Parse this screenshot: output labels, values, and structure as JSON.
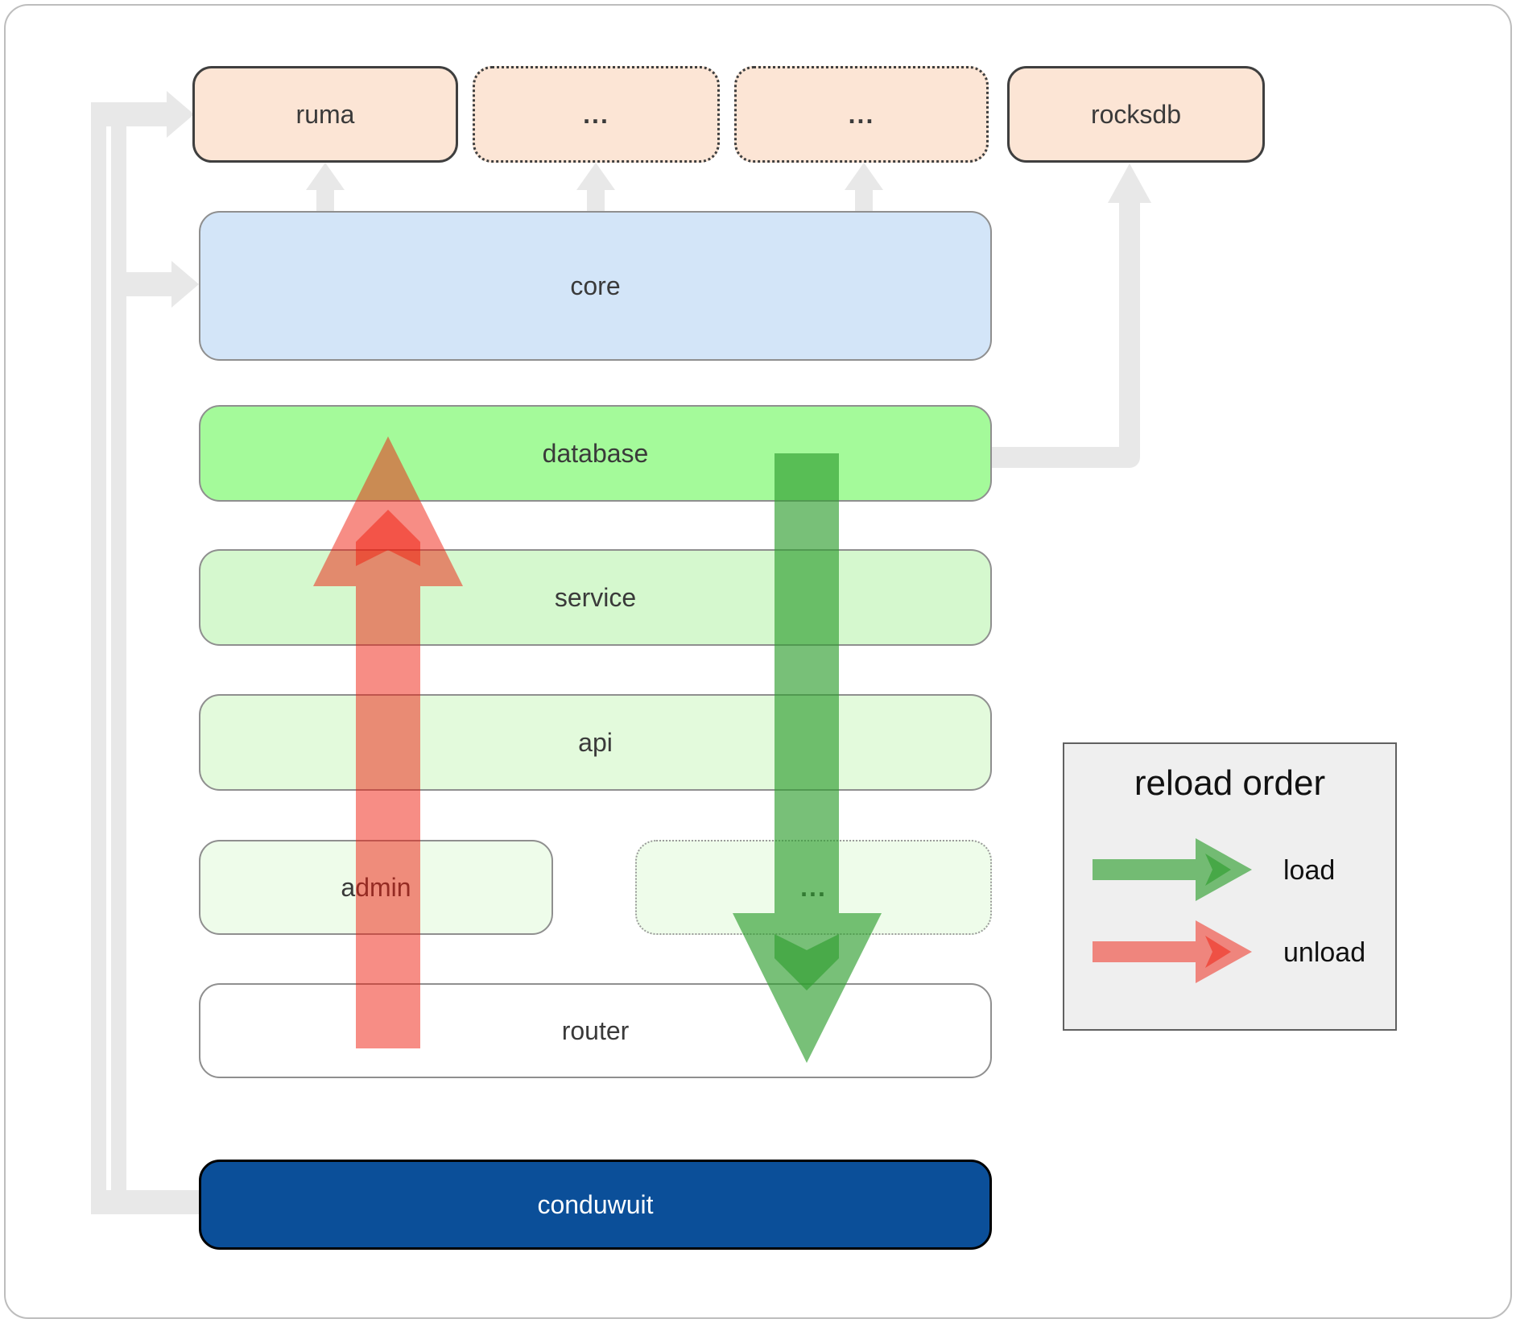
{
  "boxes": {
    "ruma": "ruma",
    "dots_top_1": "...",
    "dots_top_2": "...",
    "rocksdb": "rocksdb",
    "core": "core",
    "database": "database",
    "service": "service",
    "api": "api",
    "admin": "admin",
    "dots_admin": "...",
    "router": "router",
    "conduwuit": "conduwuit"
  },
  "legend": {
    "title": "reload order",
    "load": "load",
    "unload": "unload"
  },
  "colors": {
    "peach_box": "#fce5d5",
    "core_blue": "#d3e5f8",
    "database_green": "#a4fa9a",
    "service_green": "#d5f8ce",
    "api_green": "#e3fadc",
    "admin_green": "#eefcea",
    "conduwuit_blue": "#0b4f99",
    "connector_gray": "#e8e8e8",
    "load_arrow_green": "#2f9e2f",
    "unload_arrow_red": "#ef1c0c",
    "legend_bg": "#efefef",
    "label_text": "#3a3a3a"
  }
}
